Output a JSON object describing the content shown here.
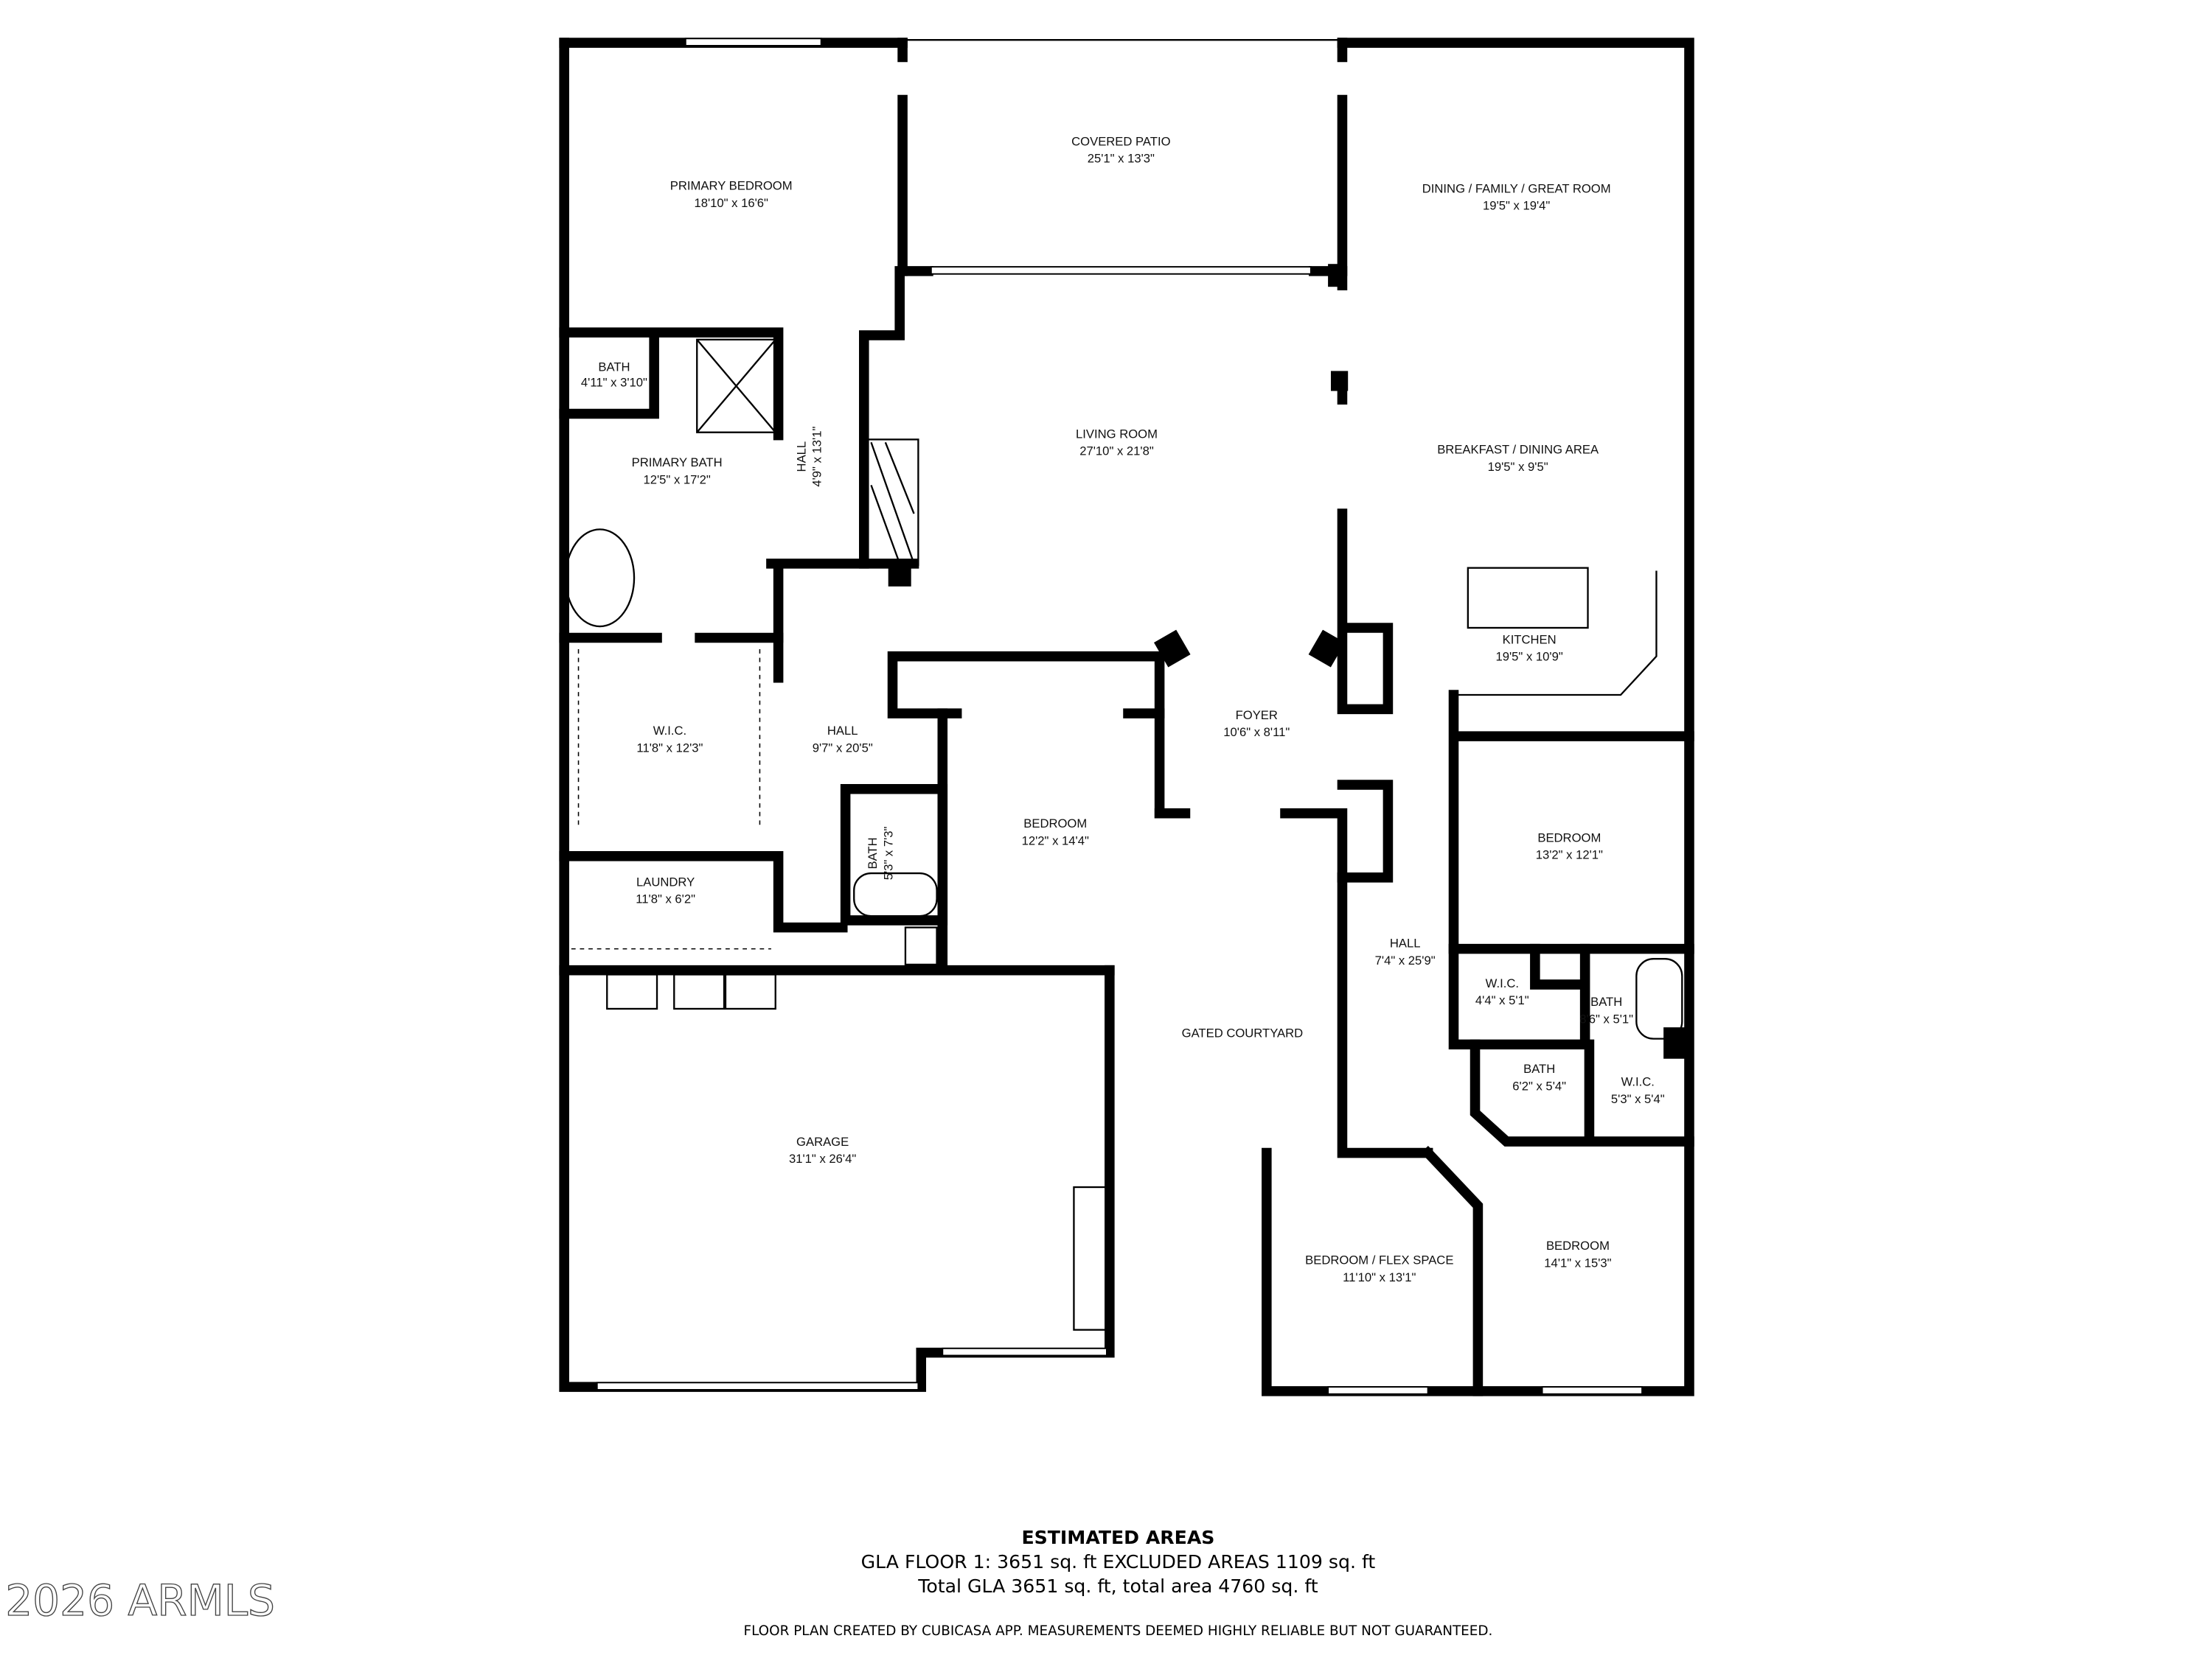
{
  "rooms": [
    {
      "name": "PRIMARY BEDROOM",
      "size": "18'10\" x 16'6\""
    },
    {
      "name": "COVERED PATIO",
      "size": "25'1\" x 13'3\""
    },
    {
      "name": "DINING / FAMILY / GREAT ROOM",
      "size": "19'5\" x 19'4\""
    },
    {
      "name": "BATH",
      "size": "4'11\" x 3'10\""
    },
    {
      "name": "PRIMARY BATH",
      "size": "12'5\" x 17'2\""
    },
    {
      "name": "HALL",
      "size": "4'9\" x 13'1\""
    },
    {
      "name": "LIVING ROOM",
      "size": "27'10\" x 21'8\""
    },
    {
      "name": "BREAKFAST / DINING AREA",
      "size": "19'5\" x 9'5\""
    },
    {
      "name": "KITCHEN",
      "size": "19'5\" x 10'9\""
    },
    {
      "name": "W.I.C.",
      "size": "11'8\" x 12'3\""
    },
    {
      "name": "HALL",
      "size": "9'7\" x 20'5\""
    },
    {
      "name": "FOYER",
      "size": "10'6\" x 8'11\""
    },
    {
      "name": "BEDROOM",
      "size": "12'2\" x 14'4\""
    },
    {
      "name": "BATH",
      "size": "5'3\" x 7'3\""
    },
    {
      "name": "BEDROOM",
      "size": "13'2\" x 12'1\""
    },
    {
      "name": "LAUNDRY",
      "size": "11'8\" x 6'2\""
    },
    {
      "name": "HALL",
      "size": "7'4\" x 25'9\""
    },
    {
      "name": "W.I.C.",
      "size": "4'4\" x 5'1\""
    },
    {
      "name": "BATH",
      "size": "8'6\" x 5'1\""
    },
    {
      "name": "GATED COURTYARD",
      "size": ""
    },
    {
      "name": "BATH",
      "size": "6'2\" x 5'4\""
    },
    {
      "name": "W.I.C.",
      "size": "5'3\" x 5'4\""
    },
    {
      "name": "GARAGE",
      "size": "31'1\" x 26'4\""
    },
    {
      "name": "BEDROOM / FLEX SPACE",
      "size": "11'10\" x 13'1\""
    },
    {
      "name": "BEDROOM",
      "size": "14'1\" x 15'3\""
    }
  ],
  "footer": {
    "heading": "ESTIMATED AREAS",
    "line1": "GLA FLOOR 1: 3651 sq. ft EXCLUDED AREAS 1109 sq. ft",
    "line2": "Total GLA 3651 sq. ft, total area 4760 sq. ft",
    "disclaimer": "FLOOR PLAN CREATED BY CUBICASA APP. MEASUREMENTS DEEMED HIGHLY RELIABLE BUT NOT GUARANTEED."
  },
  "watermark": "2026 ARMLS"
}
